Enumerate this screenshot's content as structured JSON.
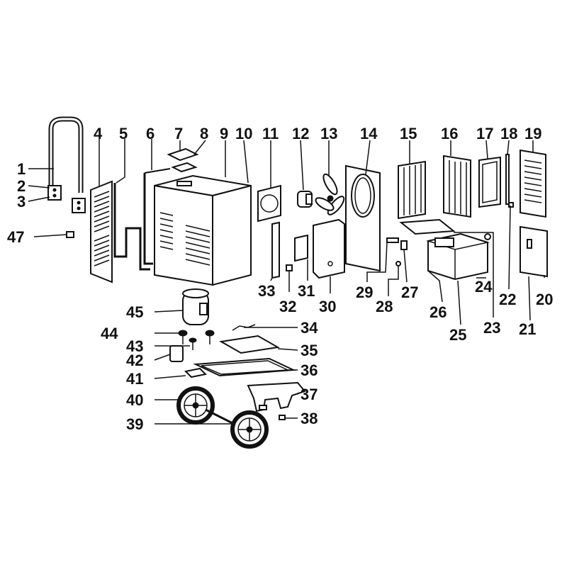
{
  "labels": {
    "n1": "1",
    "n2": "2",
    "n3": "3",
    "n4": "4",
    "n5": "5",
    "n6": "6",
    "n7": "7",
    "n8": "8",
    "n9": "9",
    "n10": "10",
    "n11": "11",
    "n12": "12",
    "n13": "13",
    "n14": "14",
    "n15": "15",
    "n16": "16",
    "n17": "17",
    "n18": "18",
    "n19": "19",
    "n20": "20",
    "n21": "21",
    "n22": "22",
    "n23": "23",
    "n24": "24",
    "n25": "25",
    "n26": "26",
    "n27": "27",
    "n28": "28",
    "n29": "29",
    "n30": "30",
    "n31": "31",
    "n32": "32",
    "n33": "33",
    "n34": "34",
    "n35": "35",
    "n36": "36",
    "n37": "37",
    "n38": "38",
    "n39": "39",
    "n40": "40",
    "n41": "41",
    "n42": "42",
    "n43": "43",
    "n44": "44",
    "n45": "45",
    "n47": "47"
  },
  "colors": {
    "ink": "#111111",
    "paper": "#ffffff"
  }
}
